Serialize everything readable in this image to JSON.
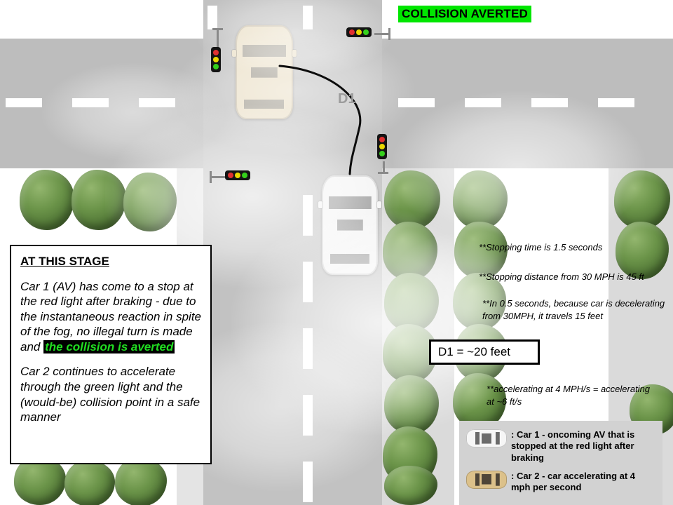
{
  "banner": {
    "label": "COLLISION AVERTED"
  },
  "diagram": {
    "d1_label": "D1",
    "icons": [
      "traffic-light-icon",
      "tree-icon",
      "car-icon",
      "fog-overlay"
    ]
  },
  "stage_box": {
    "title": "AT THIS STAGE",
    "paragraph1_pre": "Car 1 (AV) has come to a stop at the red light after braking - due to the instantaneous reaction in spite of the fog, no illegal turn is made and ",
    "paragraph1_highlight": "the collision is averted",
    "paragraph2": "Car 2 continues to accelerate through the green light and the (would-be) collision point in a safe manner"
  },
  "annotations": {
    "stopping_time": "**Stopping time is 1.5 seconds",
    "stopping_distance": "**Stopping distance from 30 MPH is 45 ft",
    "deceleration_note": "**In 0.5 seconds, because car is decelerating from 30MPH, it travels 15 feet",
    "d1_value": "D1 = ~20 feet",
    "acceleration_note": "**accelerating at 4 MPH/s = accelerating at ~6 ft/s"
  },
  "legend": {
    "car1_label": ": Car 1 - oncoming AV that is stopped at the red light after braking",
    "car2_label": ": Car 2 - car accelerating at 4 mph per second"
  },
  "colors": {
    "banner_bg": "#00e600",
    "highlight_bg": "#000000",
    "highlight_text": "#21dd21",
    "road": "#bdbdbd",
    "sidewalk": "#dadada",
    "legend_bg": "#d2d2d2",
    "car1_body": "#f4f4f4",
    "car2_body": "#eadfc6",
    "tree_green": "#5f8a42",
    "traffic_red": "#e03030",
    "traffic_yellow": "#ead800",
    "traffic_green": "#35d01c"
  }
}
